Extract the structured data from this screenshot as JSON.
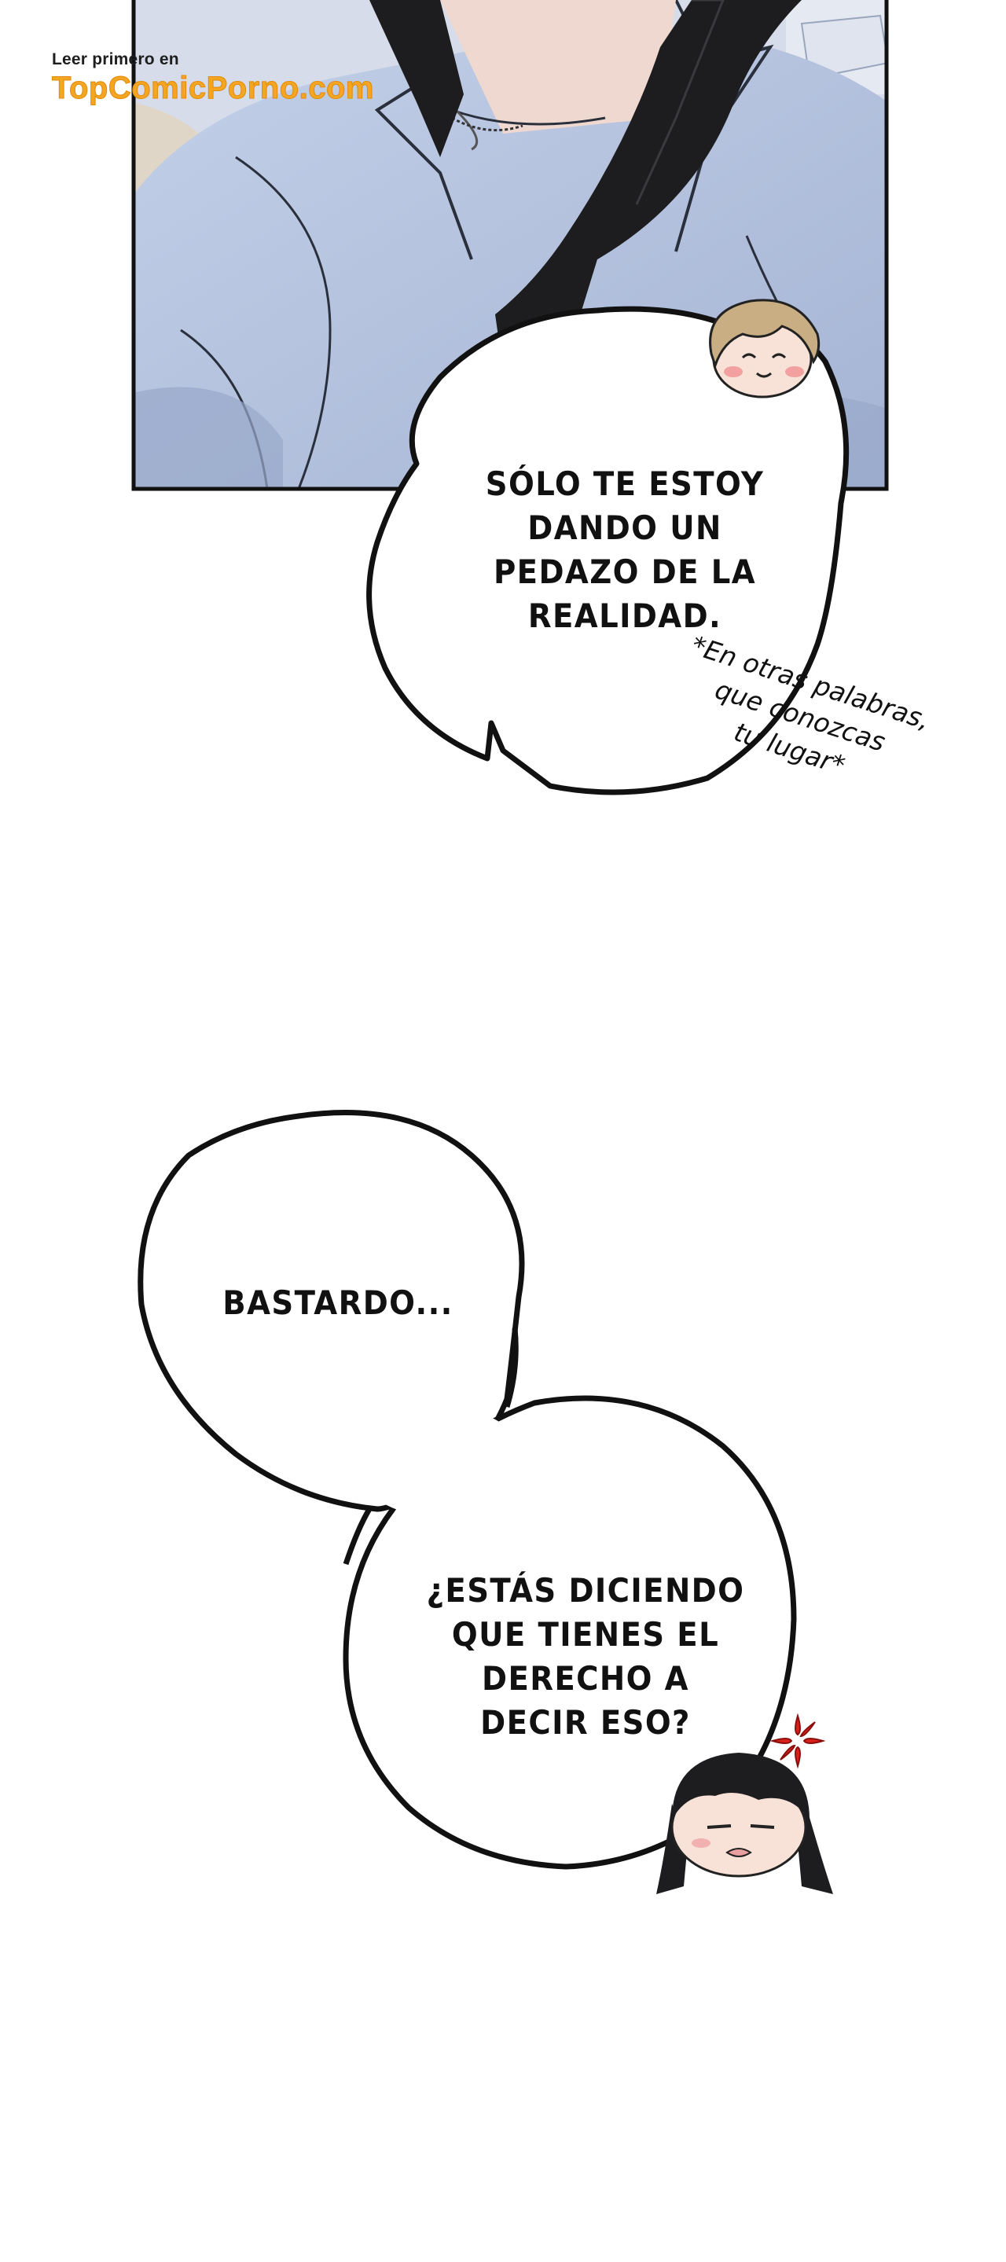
{
  "watermark": {
    "line1": "Leer primero en",
    "line2": "TopComicPorno.com"
  },
  "panel": {
    "outline_color": "#111111",
    "shirt_color": "#b3c2de",
    "hair_color": "#1d1d1f"
  },
  "bubbles": [
    {
      "lines": [
        "SÓLO TE ESTOY",
        "DANDO UN",
        "PEDAZO DE LA",
        "REALIDAD."
      ]
    },
    {
      "lines": [
        "BASTARDO..."
      ]
    },
    {
      "lines": [
        "¿ESTÁS DICIENDO",
        "QUE TIENES EL",
        "DERECHO A",
        "DECIR ESO?"
      ]
    }
  ],
  "note": {
    "lines": [
      "*En otras palabras,",
      "que conozcas",
      "tu lugar*"
    ]
  },
  "icons": {
    "boy": "chibi-boy-icon",
    "girl": "chibi-girl-icon",
    "anger": "anger-mark-icon"
  },
  "colors": {
    "anger": "#d9201a",
    "watermark": "#f4a623"
  }
}
